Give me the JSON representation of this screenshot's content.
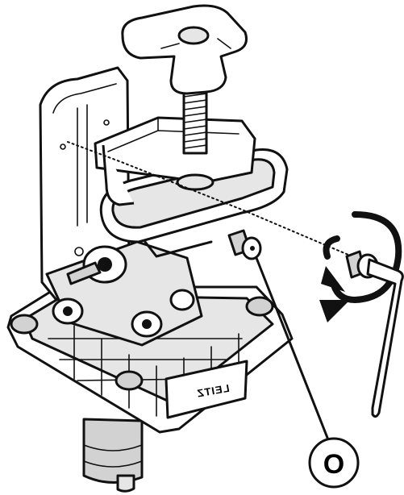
{
  "diagram": {
    "callout": {
      "label": "O"
    },
    "brand": {
      "text": "LEITZ"
    },
    "parts": {
      "knob_icon": "t-knob",
      "clamp_icon": "c-clamp",
      "base_icon": "base-plate",
      "screw_icon": "screw",
      "hex_key_icon": "hex-key",
      "rotation_icon": "rotate-arrow"
    },
    "colors": {
      "line": "#111111",
      "fill_light": "#e6e6e6",
      "fill_dark": "#d2d2d2",
      "background": "#ffffff"
    }
  }
}
